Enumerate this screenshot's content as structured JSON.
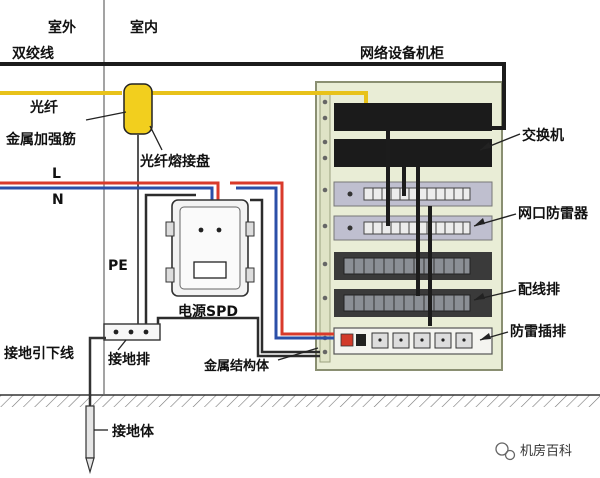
{
  "labels": {
    "outdoor": "室外",
    "indoor": "室内",
    "twisted_pair": "双绞线",
    "fiber": "光纤",
    "metal_strength_member": "金属加强筋",
    "fiber_splice_tray": "光纤熔接盘",
    "line_L": "L",
    "line_N": "N",
    "pe": "PE",
    "power_spd": "电源SPD",
    "grounding_bar": "接地排",
    "grounding_down_lead": "接地引下线",
    "grounding_body": "接地体",
    "metal_structure": "金属结构体",
    "network_cabinet": "网络设备机柜",
    "switch": "交换机",
    "network_port_protector": "网口防雷器",
    "patch_panel": "配线排",
    "surge_power_strip": "防雷插排"
  },
  "watermark": {
    "text": "机房百科"
  },
  "colors": {
    "cabinet": "#e9edd6",
    "fiber": "#e8c21a",
    "phase": "#d93a2b",
    "neutral": "#2b4fa8",
    "cable": "#1c1c1c"
  }
}
